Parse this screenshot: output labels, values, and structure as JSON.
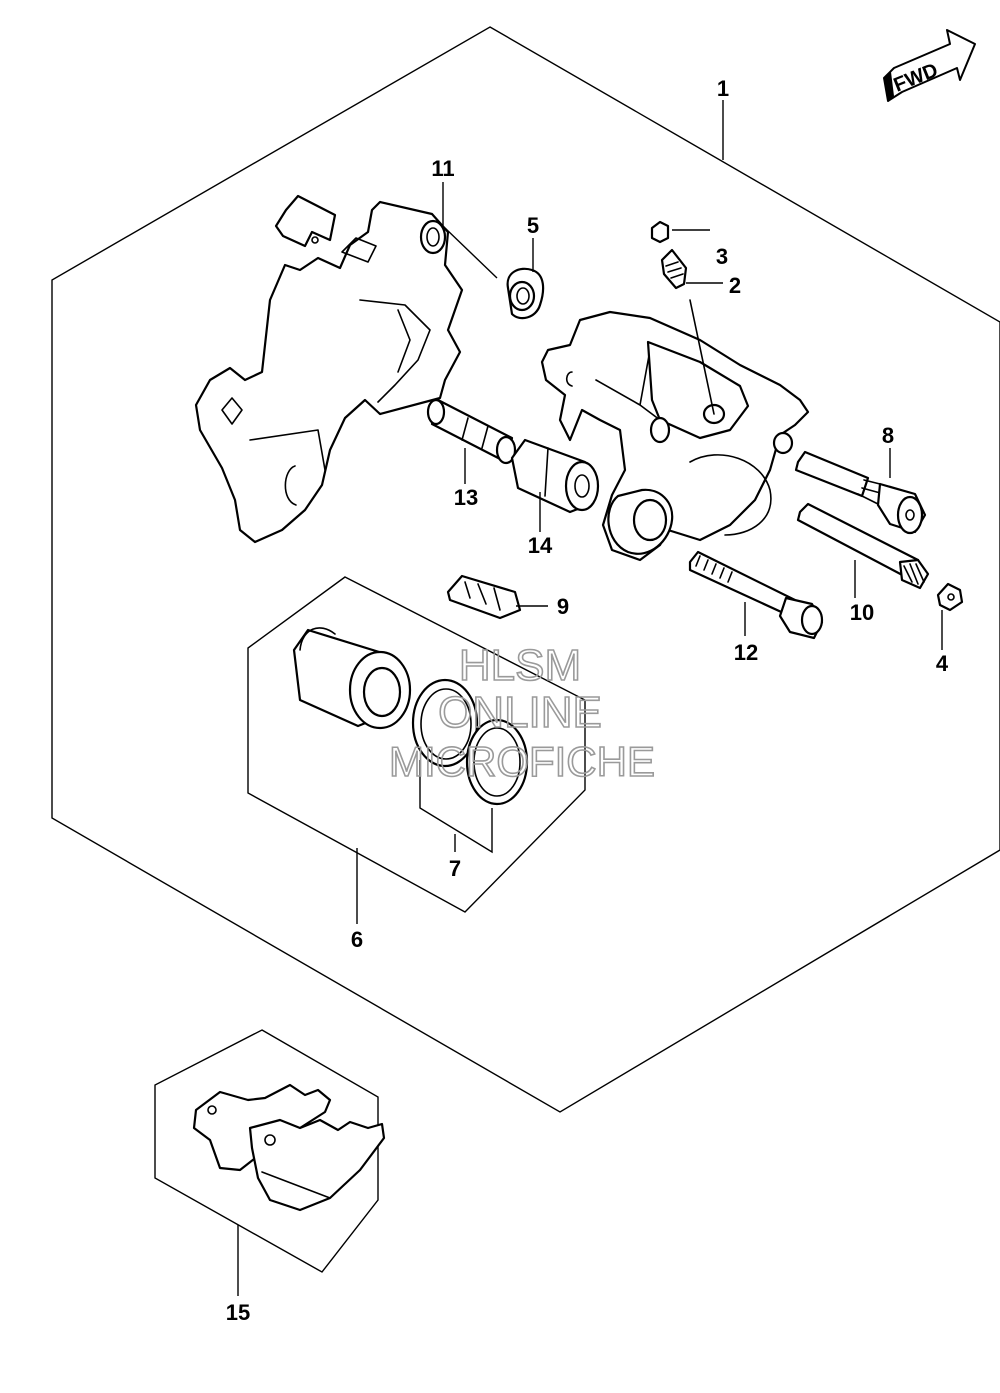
{
  "badge": {
    "label": "FWD"
  },
  "callouts": {
    "c1": "1",
    "c2": "2",
    "c3": "3",
    "c4": "4",
    "c5": "5",
    "c6": "6",
    "c7": "7",
    "c8": "8",
    "c9": "9",
    "c10": "10",
    "c11": "11",
    "c12": "12",
    "c13": "13",
    "c14": "14",
    "c15": "15"
  },
  "watermark": {
    "line1": "HLSM",
    "line2": "ONLINE",
    "line3": "MICROFICHE"
  }
}
